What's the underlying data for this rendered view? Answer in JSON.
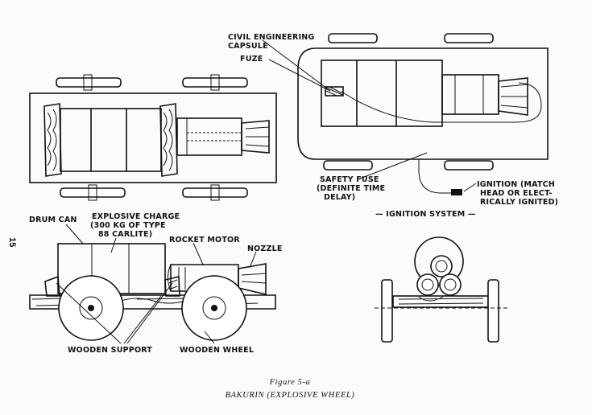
{
  "page_number": "15",
  "labels": {
    "capsule_l1": "CIVIL ENGINEERING",
    "capsule_l2": "CAPSULE",
    "fuze": "FUZE",
    "safety_l1": "SAFETY FUSE",
    "safety_l2": "(DEFINITE TIME",
    "safety_l3": "DELAY)",
    "ignition_l1": "IGNITION (MATCH",
    "ignition_l2": "HEAD OR ELECT-",
    "ignition_l3": "RICALLY IGNITED)",
    "ignition_system": "— IGNITION SYSTEM —",
    "drum_can": "DRUM CAN",
    "charge_l1": "EXPLOSIVE CHARGE",
    "charge_l2": "(300 KG OF TYPE",
    "charge_l3": "88 CARLITE)",
    "rocket_motor": "ROCKET MOTOR",
    "nozzle": "NOZZLE",
    "wooden_support": "WOODEN SUPPORT",
    "wooden_wheel": "WOODEN WHEEL"
  },
  "caption": {
    "figure": "Figure 5-a",
    "title": "BAKURIN (EXPLOSIVE WHEEL)"
  }
}
